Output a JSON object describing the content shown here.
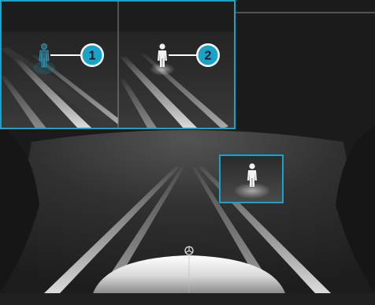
{
  "illustration": {
    "callouts": [
      {
        "label": "1",
        "target": "pedestrian-unlit"
      },
      {
        "label": "2",
        "target": "pedestrian-lit"
      }
    ],
    "colors": {
      "accent": "#1aa3c9",
      "background": "#1b1b1b",
      "road": "#2b2b2b",
      "lane_markings": "#d9d9d9",
      "callout_fill": "#1aa3c9",
      "callout_ring": "#ffffff"
    },
    "icons": {
      "vehicle": "car-hood-icon",
      "brand": "mercedes-star-icon",
      "person": "pedestrian-icon"
    }
  }
}
